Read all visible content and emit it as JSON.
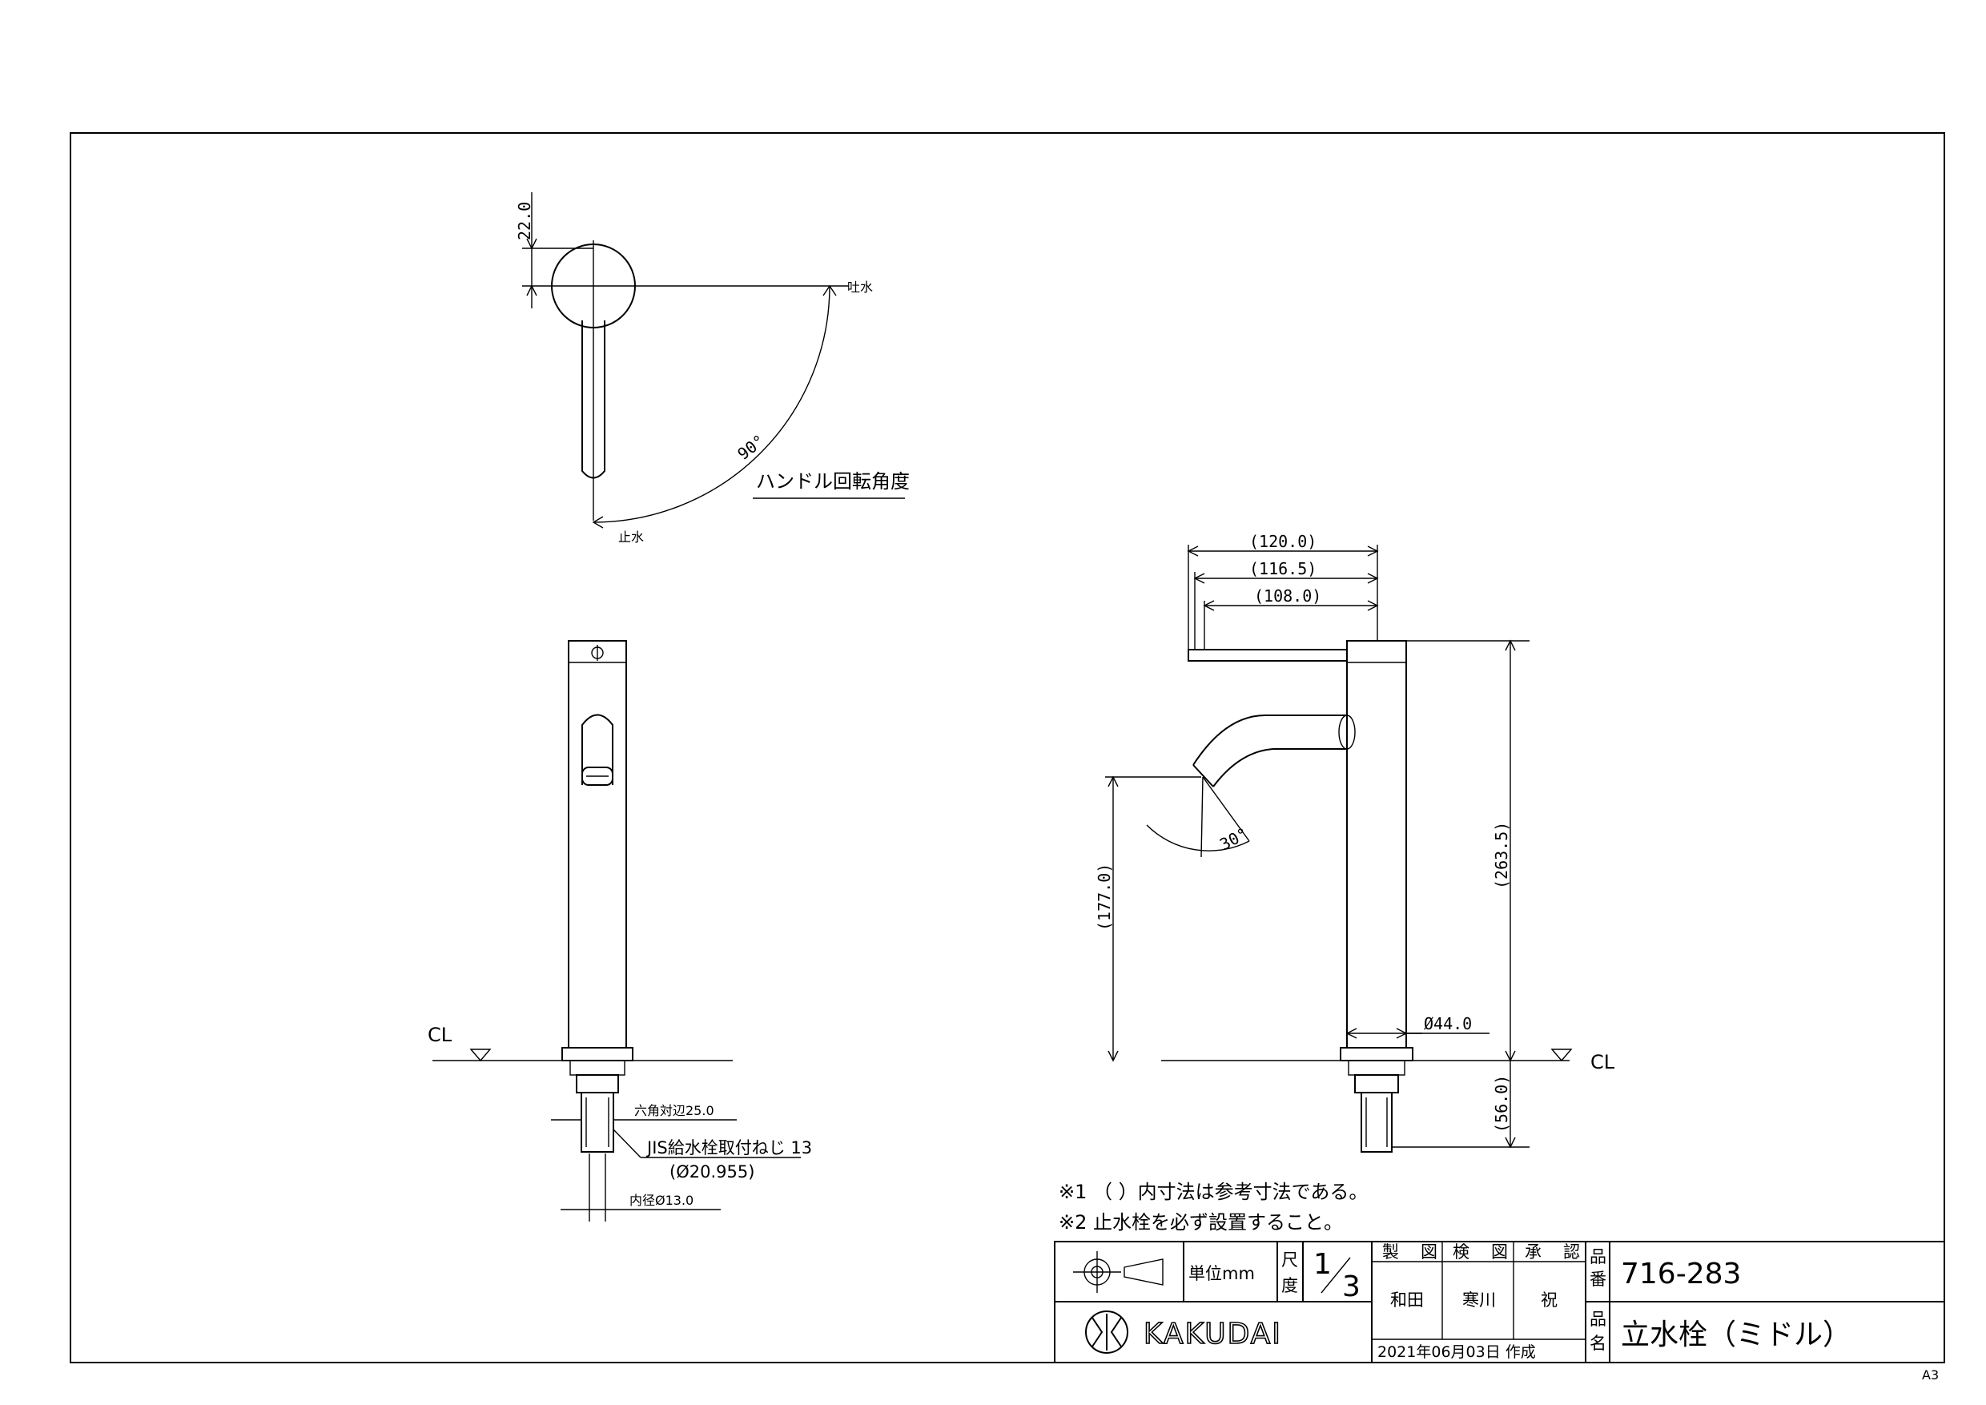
{
  "top_view": {
    "dim_height": "22.0",
    "label_spout": "吐水",
    "label_stop": "止水",
    "angle": "90°",
    "caption": "ハンドル回転角度"
  },
  "front_view": {
    "cl": "CL",
    "hex": "六角対辺25.0",
    "thread": "JIS給水栓取付ねじ 13",
    "thread_dia": "(Ø20.955)",
    "inner": "内径Ø13.0"
  },
  "side_view": {
    "w1": "(120.0)",
    "w2": "(116.5)",
    "w3": "(108.0)",
    "h_total": "(263.5)",
    "h_spout": "(177.0)",
    "angle": "30°",
    "dia": "Ø44.0",
    "below": "(56.0)",
    "cl": "CL"
  },
  "notes": [
    "※1 （ ）内寸法は参考寸法である。",
    "※2 止水栓を必ず設置すること。"
  ],
  "title_block": {
    "unit": "単位mm",
    "scale_label_1": "尺",
    "scale_label_2": "度",
    "scale_num": "1",
    "scale_den": "3",
    "h_made_1": "製",
    "h_made_2": "図",
    "h_check_1": "検",
    "h_check_2": "図",
    "h_approve_1": "承",
    "h_approve_2": "認",
    "made_by": "和田",
    "checked_by": "寒川",
    "approved_by": "祝",
    "date": "2021年06月03日 作成",
    "pn_label_1": "品",
    "pn_label_2": "番",
    "part_number": "716-283",
    "name_label_1": "品",
    "name_label_2": "名",
    "product_name": "立水栓（ミドル）",
    "brand": "KAKUDAI",
    "paper_size": "A3"
  }
}
